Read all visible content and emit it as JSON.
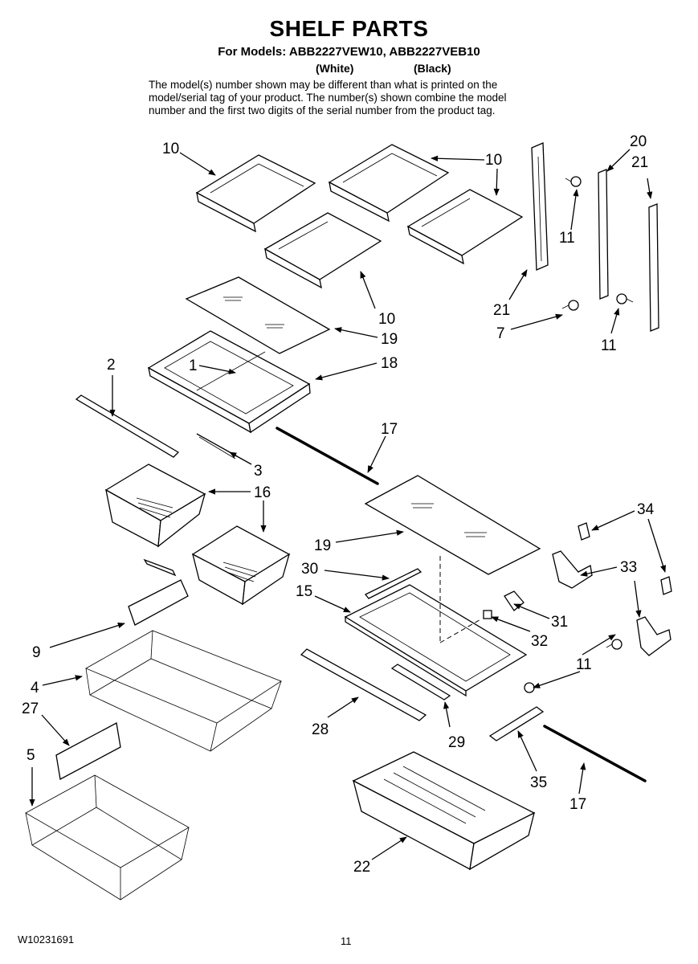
{
  "header": {
    "title": "SHELF PARTS",
    "models_line": "For Models: ABB2227VEW10, ABB2227VEB10",
    "variant_white": "(White)",
    "variant_black": "(Black)",
    "note_lines": [
      "The model(s) number shown may be different than what is printed on the",
      "model/serial tag of your product. The number(s) shown combine the model",
      "number and the first two digits of the serial number from the product tag."
    ]
  },
  "callouts": [
    "10",
    "10",
    "10",
    "10",
    "20",
    "21",
    "11",
    "21",
    "7",
    "11",
    "19",
    "18",
    "2",
    "1",
    "17",
    "3",
    "16",
    "34",
    "19",
    "30",
    "33",
    "15",
    "31",
    "32",
    "9",
    "11",
    "4",
    "27",
    "28",
    "29",
    "5",
    "35",
    "17",
    "22"
  ],
  "footer": {
    "doc_number": "W10231691",
    "page_number": "11"
  }
}
